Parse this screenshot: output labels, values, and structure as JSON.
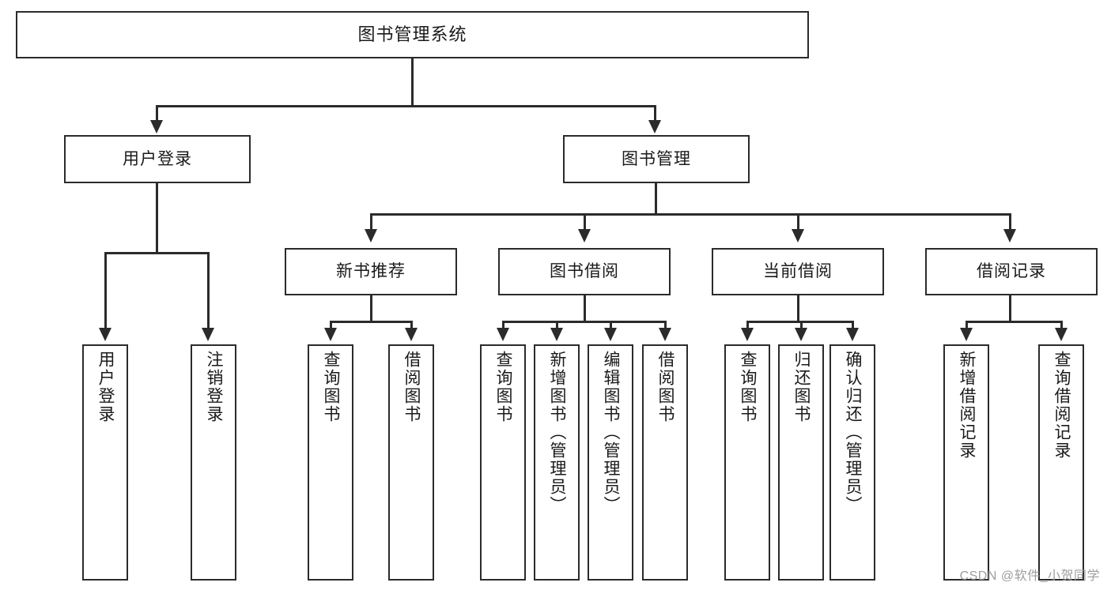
{
  "diagram": {
    "title": "图书管理系统",
    "type": "tree",
    "root": {
      "id": "root",
      "label": "图书管理系统"
    },
    "level2": [
      {
        "id": "user-login",
        "label": "用户登录"
      },
      {
        "id": "book-manage",
        "label": "图书管理"
      }
    ],
    "level3": [
      {
        "id": "new-book-recommend",
        "label": "新书推荐",
        "parent": "book-manage"
      },
      {
        "id": "book-borrow",
        "label": "图书借阅",
        "parent": "book-manage"
      },
      {
        "id": "current-borrow",
        "label": "当前借阅",
        "parent": "book-manage"
      },
      {
        "id": "borrow-record",
        "label": "借阅记录",
        "parent": "book-manage"
      }
    ],
    "leaves": {
      "user-login": [
        {
          "id": "leaf-user-login",
          "label": "用户登录"
        },
        {
          "id": "leaf-user-logout",
          "label": "注销登录"
        }
      ],
      "new-book-recommend": [
        {
          "id": "leaf-query-book-1",
          "label": "查询图书"
        },
        {
          "id": "leaf-borrow-book-1",
          "label": "借阅图书"
        }
      ],
      "book-borrow": [
        {
          "id": "leaf-query-book-2",
          "label": "查询图书"
        },
        {
          "id": "leaf-add-book",
          "label": "新增图书（管理员）"
        },
        {
          "id": "leaf-edit-book",
          "label": "编辑图书（管理员）"
        },
        {
          "id": "leaf-borrow-book-2",
          "label": "借阅图书"
        }
      ],
      "current-borrow": [
        {
          "id": "leaf-query-book-3",
          "label": "查询图书"
        },
        {
          "id": "leaf-return-book",
          "label": "归还图书"
        },
        {
          "id": "leaf-confirm-return",
          "label": "确认归还（管理员）"
        }
      ],
      "borrow-record": [
        {
          "id": "leaf-add-record",
          "label": "新增借阅记录"
        },
        {
          "id": "leaf-query-record",
          "label": "查询借阅记录"
        }
      ]
    }
  },
  "watermark": {
    "text": "CSDN @软件_小贺同学"
  },
  "colors": {
    "stroke": "#2b2b2b",
    "fill": "#ffffff",
    "text": "#1a1a1a",
    "watermark": "#9d9d9d"
  }
}
